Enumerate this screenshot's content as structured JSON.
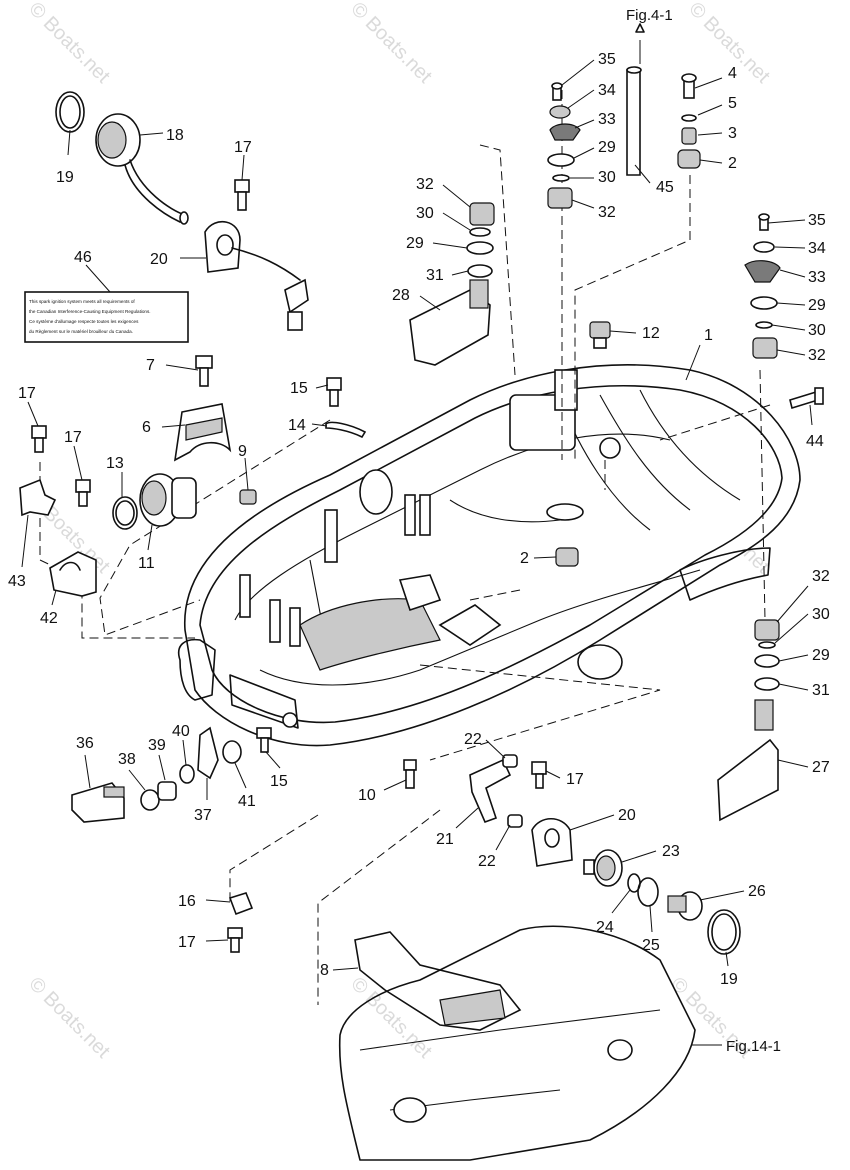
{
  "figure_refs": {
    "top": "Fig.4-1",
    "bottom": "Fig.14-1"
  },
  "watermark": "© Boats.net",
  "label_46_lines": [
    "This spark ignition system meets all requirements of",
    "the Canadian Interference-Causing Equipment Regulations.",
    "Ce système d'allumage respecte toutes les exigences",
    "du Règlement sur le matériel brouilleur du Canada."
  ],
  "callouts": [
    {
      "id": "c1",
      "text": "1"
    },
    {
      "id": "c2a",
      "text": "2"
    },
    {
      "id": "c2b",
      "text": "2"
    },
    {
      "id": "c3",
      "text": "3"
    },
    {
      "id": "c4",
      "text": "4"
    },
    {
      "id": "c5",
      "text": "5"
    },
    {
      "id": "c6",
      "text": "6"
    },
    {
      "id": "c7",
      "text": "7"
    },
    {
      "id": "c8",
      "text": "8"
    },
    {
      "id": "c9",
      "text": "9"
    },
    {
      "id": "c10",
      "text": "10"
    },
    {
      "id": "c11",
      "text": "11"
    },
    {
      "id": "c12",
      "text": "12"
    },
    {
      "id": "c13",
      "text": "13"
    },
    {
      "id": "c14",
      "text": "14"
    },
    {
      "id": "c15a",
      "text": "15"
    },
    {
      "id": "c15b",
      "text": "15"
    },
    {
      "id": "c16",
      "text": "16"
    },
    {
      "id": "c17a",
      "text": "17"
    },
    {
      "id": "c17b",
      "text": "17"
    },
    {
      "id": "c17c",
      "text": "17"
    },
    {
      "id": "c17d",
      "text": "17"
    },
    {
      "id": "c17e",
      "text": "17"
    },
    {
      "id": "c18",
      "text": "18"
    },
    {
      "id": "c19a",
      "text": "19"
    },
    {
      "id": "c19b",
      "text": "19"
    },
    {
      "id": "c20a",
      "text": "20"
    },
    {
      "id": "c20b",
      "text": "20"
    },
    {
      "id": "c21",
      "text": "21"
    },
    {
      "id": "c22a",
      "text": "22"
    },
    {
      "id": "c22b",
      "text": "22"
    },
    {
      "id": "c23",
      "text": "23"
    },
    {
      "id": "c24",
      "text": "24"
    },
    {
      "id": "c25",
      "text": "25"
    },
    {
      "id": "c26",
      "text": "26"
    },
    {
      "id": "c27",
      "text": "27"
    },
    {
      "id": "c28",
      "text": "28"
    },
    {
      "id": "c29a",
      "text": "29"
    },
    {
      "id": "c29b",
      "text": "29"
    },
    {
      "id": "c29c",
      "text": "29"
    },
    {
      "id": "c29d",
      "text": "29"
    },
    {
      "id": "c30a",
      "text": "30"
    },
    {
      "id": "c30b",
      "text": "30"
    },
    {
      "id": "c30c",
      "text": "30"
    },
    {
      "id": "c30d",
      "text": "30"
    },
    {
      "id": "c31a",
      "text": "31"
    },
    {
      "id": "c31b",
      "text": "31"
    },
    {
      "id": "c32a",
      "text": "32"
    },
    {
      "id": "c32b",
      "text": "32"
    },
    {
      "id": "c32c",
      "text": "32"
    },
    {
      "id": "c32d",
      "text": "32"
    },
    {
      "id": "c33a",
      "text": "33"
    },
    {
      "id": "c33b",
      "text": "33"
    },
    {
      "id": "c34a",
      "text": "34"
    },
    {
      "id": "c34b",
      "text": "34"
    },
    {
      "id": "c35a",
      "text": "35"
    },
    {
      "id": "c35b",
      "text": "35"
    },
    {
      "id": "c36",
      "text": "36"
    },
    {
      "id": "c37",
      "text": "37"
    },
    {
      "id": "c38",
      "text": "38"
    },
    {
      "id": "c39",
      "text": "39"
    },
    {
      "id": "c40",
      "text": "40"
    },
    {
      "id": "c41",
      "text": "41"
    },
    {
      "id": "c42",
      "text": "42"
    },
    {
      "id": "c43",
      "text": "43"
    },
    {
      "id": "c44",
      "text": "44"
    },
    {
      "id": "c45",
      "text": "45"
    },
    {
      "id": "c46",
      "text": "46"
    }
  ]
}
